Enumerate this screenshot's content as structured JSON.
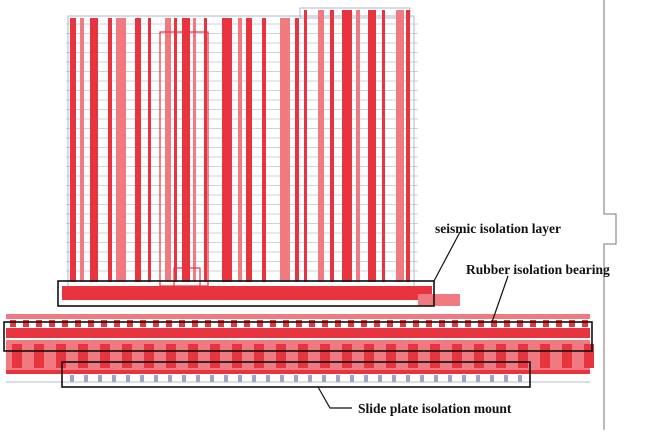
{
  "labels": {
    "seismic_layer": "seismic isolation layer",
    "rubber_bearing": "Rubber isolation bearing",
    "slide_plate": "Slide plate isolation mount"
  },
  "colors": {
    "structure_red": "#e8343e",
    "structure_red_light": "#f07a80",
    "grid_line": "#9aa6c8",
    "callout_box": "#111111"
  }
}
